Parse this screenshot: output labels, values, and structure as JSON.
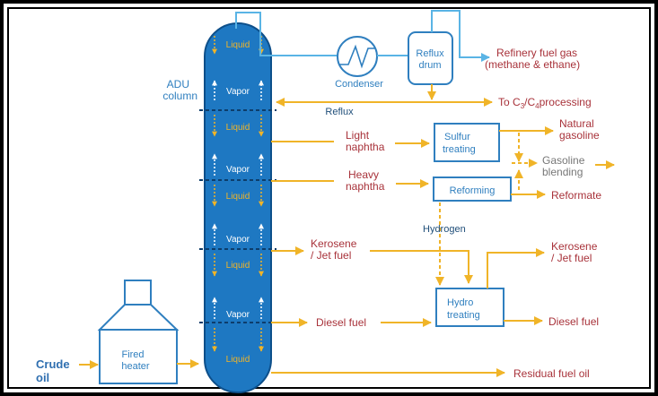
{
  "column": {
    "label_line1": "ADU",
    "label_line2": "column",
    "liquid": "Liquid",
    "vapor": "Vapor"
  },
  "condenser": "Condenser",
  "reflux_drum": {
    "line1": "Reflux",
    "line2": "drum"
  },
  "refinery_fuel_gas": {
    "line1": "Refinery fuel gas",
    "line2": "(methane & ethane)"
  },
  "c3c4": {
    "prefix": "To C",
    "sub1": "3",
    "mid": "/C",
    "sub2": "4",
    "suffix": "processing"
  },
  "reflux": "Reflux",
  "light_naphtha": {
    "line1": "Light",
    "line2": "naphtha"
  },
  "heavy_naphtha": {
    "line1": "Heavy",
    "line2": "naphtha"
  },
  "sulfur_treating": {
    "line1": "Sulfur",
    "line2": "treating"
  },
  "reforming": "Reforming",
  "natural_gasoline": {
    "line1": "Natural",
    "line2": "gasoline"
  },
  "gasoline_blending": {
    "line1": "Gasoline",
    "line2": "blending"
  },
  "reformate": "Reformate",
  "hydrogen": "Hydrogen",
  "kerosene_in": {
    "line1": "Kerosene",
    "line2": "/ Jet fuel"
  },
  "kerosene_out": {
    "line1": "Kerosene",
    "line2": "/ Jet fuel"
  },
  "hydro_treating": {
    "line1": "Hydro",
    "line2": "treating"
  },
  "diesel_in": "Diesel fuel",
  "diesel_out": "Diesel fuel",
  "fired_heater": {
    "line1": "Fired",
    "line2": "heater"
  },
  "crude_oil": {
    "line1": "Crude",
    "line2": "oil"
  },
  "residual": "Residual fuel oil",
  "colors": {
    "flow": "#f0b428",
    "equipment": "#2f7fbf",
    "column_fill": "#1e78c2",
    "product_text": "#a8323a",
    "frame": "#000000"
  }
}
